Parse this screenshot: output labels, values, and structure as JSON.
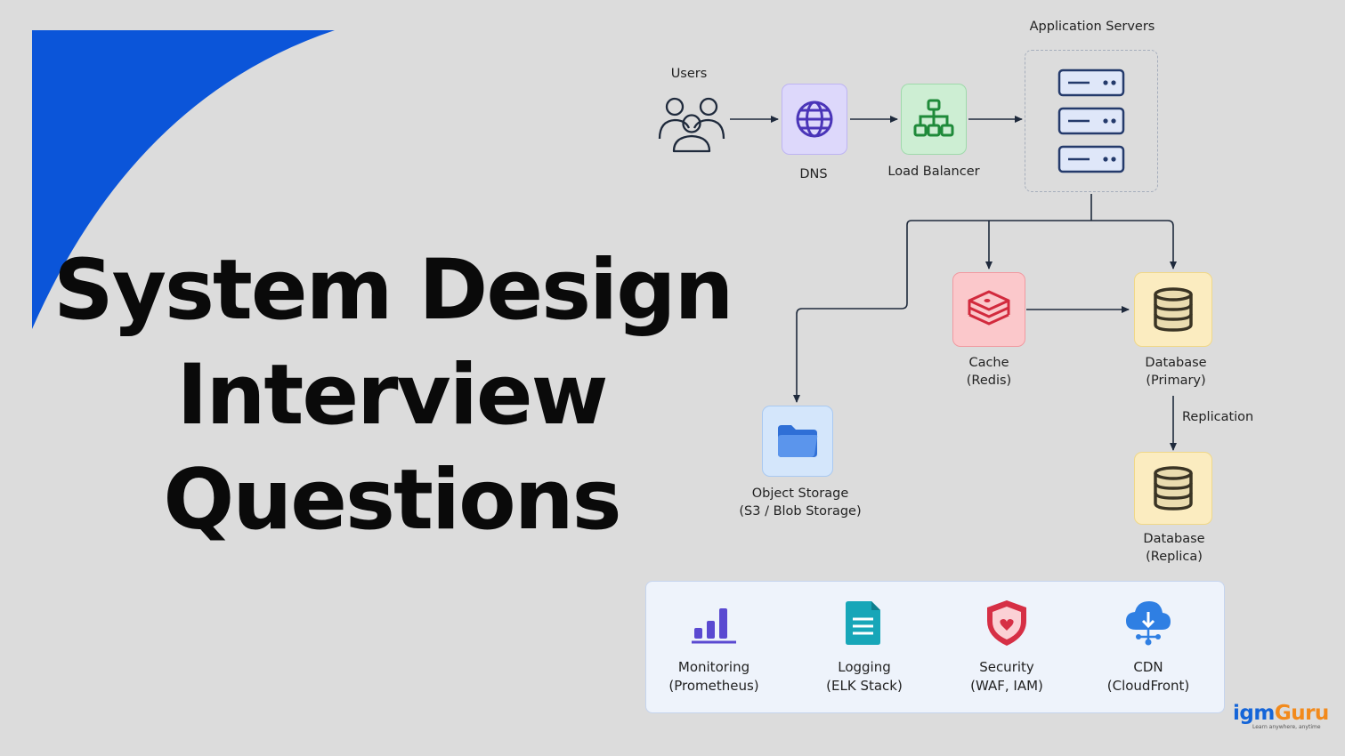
{
  "title": {
    "line1": "System Design",
    "line2": "Interview",
    "line3": "Questions"
  },
  "nodes": {
    "users": "Users",
    "dns": "DNS",
    "load_balancer": "Load Balancer",
    "app_servers": "Application Servers",
    "cache": {
      "line1": "Cache",
      "line2": "(Redis)"
    },
    "db_primary": {
      "line1": "Database",
      "line2": "(Primary)"
    },
    "db_replica": {
      "line1": "Database",
      "line2": "(Replica)"
    },
    "object_storage": {
      "line1": "Object Storage",
      "line2": "(S3 / Blob Storage)"
    }
  },
  "edges": {
    "replication": "Replication"
  },
  "services": [
    {
      "line1": "Monitoring",
      "line2": "(Prometheus)",
      "icon": "bar-chart-icon"
    },
    {
      "line1": "Logging",
      "line2": "(ELK Stack)",
      "icon": "document-icon"
    },
    {
      "line1": "Security",
      "line2": "(WAF, IAM)",
      "icon": "shield-icon"
    },
    {
      "line1": "CDN",
      "line2": "(CloudFront)",
      "icon": "cloud-network-icon"
    }
  ],
  "brand": {
    "name_part1": "igm",
    "name_part2": "Guru",
    "tagline": "Learn anywhere, anytime"
  },
  "colors": {
    "accent_blue": "#0b55d9",
    "dns_tile": "#ddd8fb",
    "lb_tile": "#cdeed3",
    "cache_tile": "#fbc8cb",
    "db_tile": "#fbecc0",
    "storage_tile": "#d4e6fb",
    "brand_blue": "#1565d8",
    "brand_orange": "#f28a1c"
  }
}
